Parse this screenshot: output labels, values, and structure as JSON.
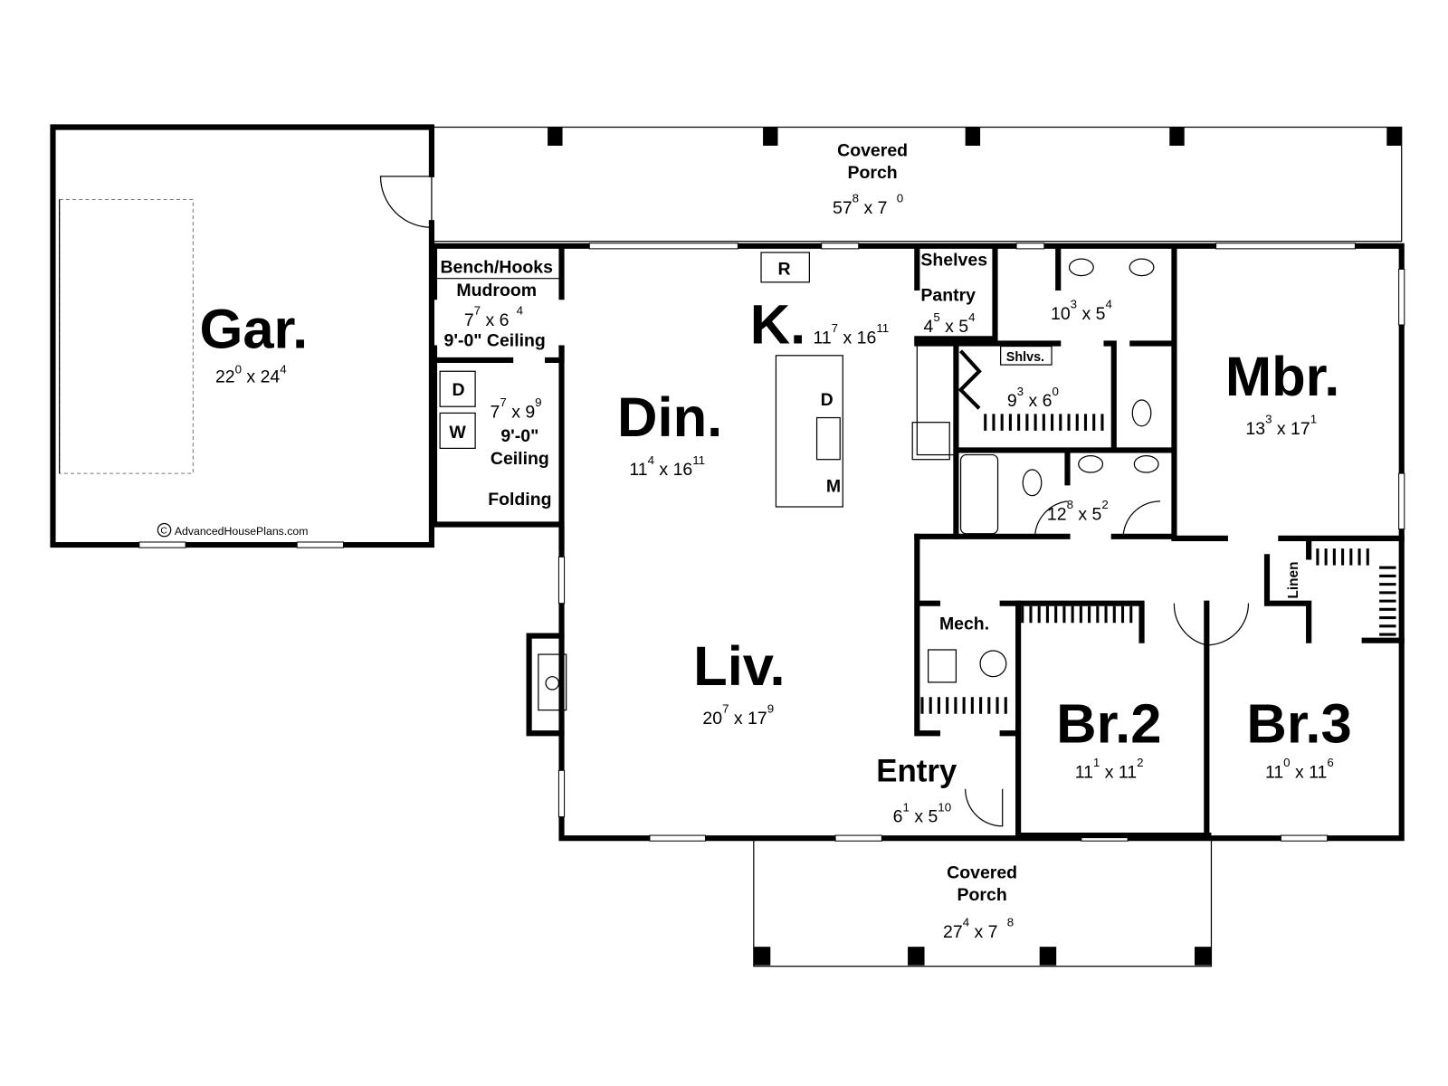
{
  "rooms": {
    "garage": {
      "name": "Gar.",
      "w": "22",
      "wi": "0",
      "l": "24",
      "li": "4"
    },
    "porch_top": {
      "name1": "Covered",
      "name2": "Porch",
      "w": "57",
      "wi": "8",
      "l": "7",
      "li": "0"
    },
    "mudroom": {
      "bench": "Bench/Hooks",
      "name": "Mudroom",
      "w": "7",
      "wi": "7",
      "l": "6",
      "li": "4",
      "ceiling": "9'-0\" Ceiling"
    },
    "laundry": {
      "dryer": "D",
      "washer": "W",
      "w": "7",
      "wi": "7",
      "l": "9",
      "li": "9",
      "ceiling1": "9'-0\"",
      "ceiling2": "Ceiling",
      "folding": "Folding"
    },
    "kitchen": {
      "name": "K.",
      "w": "11",
      "wi": "7",
      "l": "16",
      "li": "11",
      "fridge": "R",
      "dishwasher": "D",
      "microwave": "M"
    },
    "dining": {
      "name": "Din.",
      "w": "11",
      "wi": "4",
      "l": "16",
      "li": "11"
    },
    "pantry": {
      "shelves": "Shelves",
      "name": "Pantry",
      "w": "4",
      "wi": "5",
      "l": "5",
      "li": "4"
    },
    "master_bath": {
      "w": "10",
      "wi": "3",
      "l": "5",
      "li": "4"
    },
    "master_closet": {
      "shelves": "Shlvs.",
      "w": "9",
      "wi": "3",
      "l": "6",
      "li": "0"
    },
    "master": {
      "name": "Mbr.",
      "w": "13",
      "wi": "3",
      "l": "17",
      "li": "1"
    },
    "bath2": {
      "w": "12",
      "wi": "8",
      "l": "5",
      "li": "2"
    },
    "living": {
      "name": "Liv.",
      "w": "20",
      "wi": "7",
      "l": "17",
      "li": "9"
    },
    "mech": {
      "name": "Mech."
    },
    "linen": {
      "name": "Linen"
    },
    "entry": {
      "name": "Entry",
      "w": "6",
      "wi": "1",
      "l": "5",
      "li": "10"
    },
    "br2": {
      "name": "Br.2",
      "w": "11",
      "wi": "1",
      "l": "11",
      "li": "2"
    },
    "br3": {
      "name": "Br.3",
      "w": "11",
      "wi": "0",
      "l": "11",
      "li": "6"
    },
    "porch_bottom": {
      "name1": "Covered",
      "name2": "Porch",
      "w": "27",
      "wi": "4",
      "l": "7",
      "li": "8"
    }
  },
  "watermark": {
    "symbol": "C",
    "text": "AdvancedHousePlans.com"
  }
}
